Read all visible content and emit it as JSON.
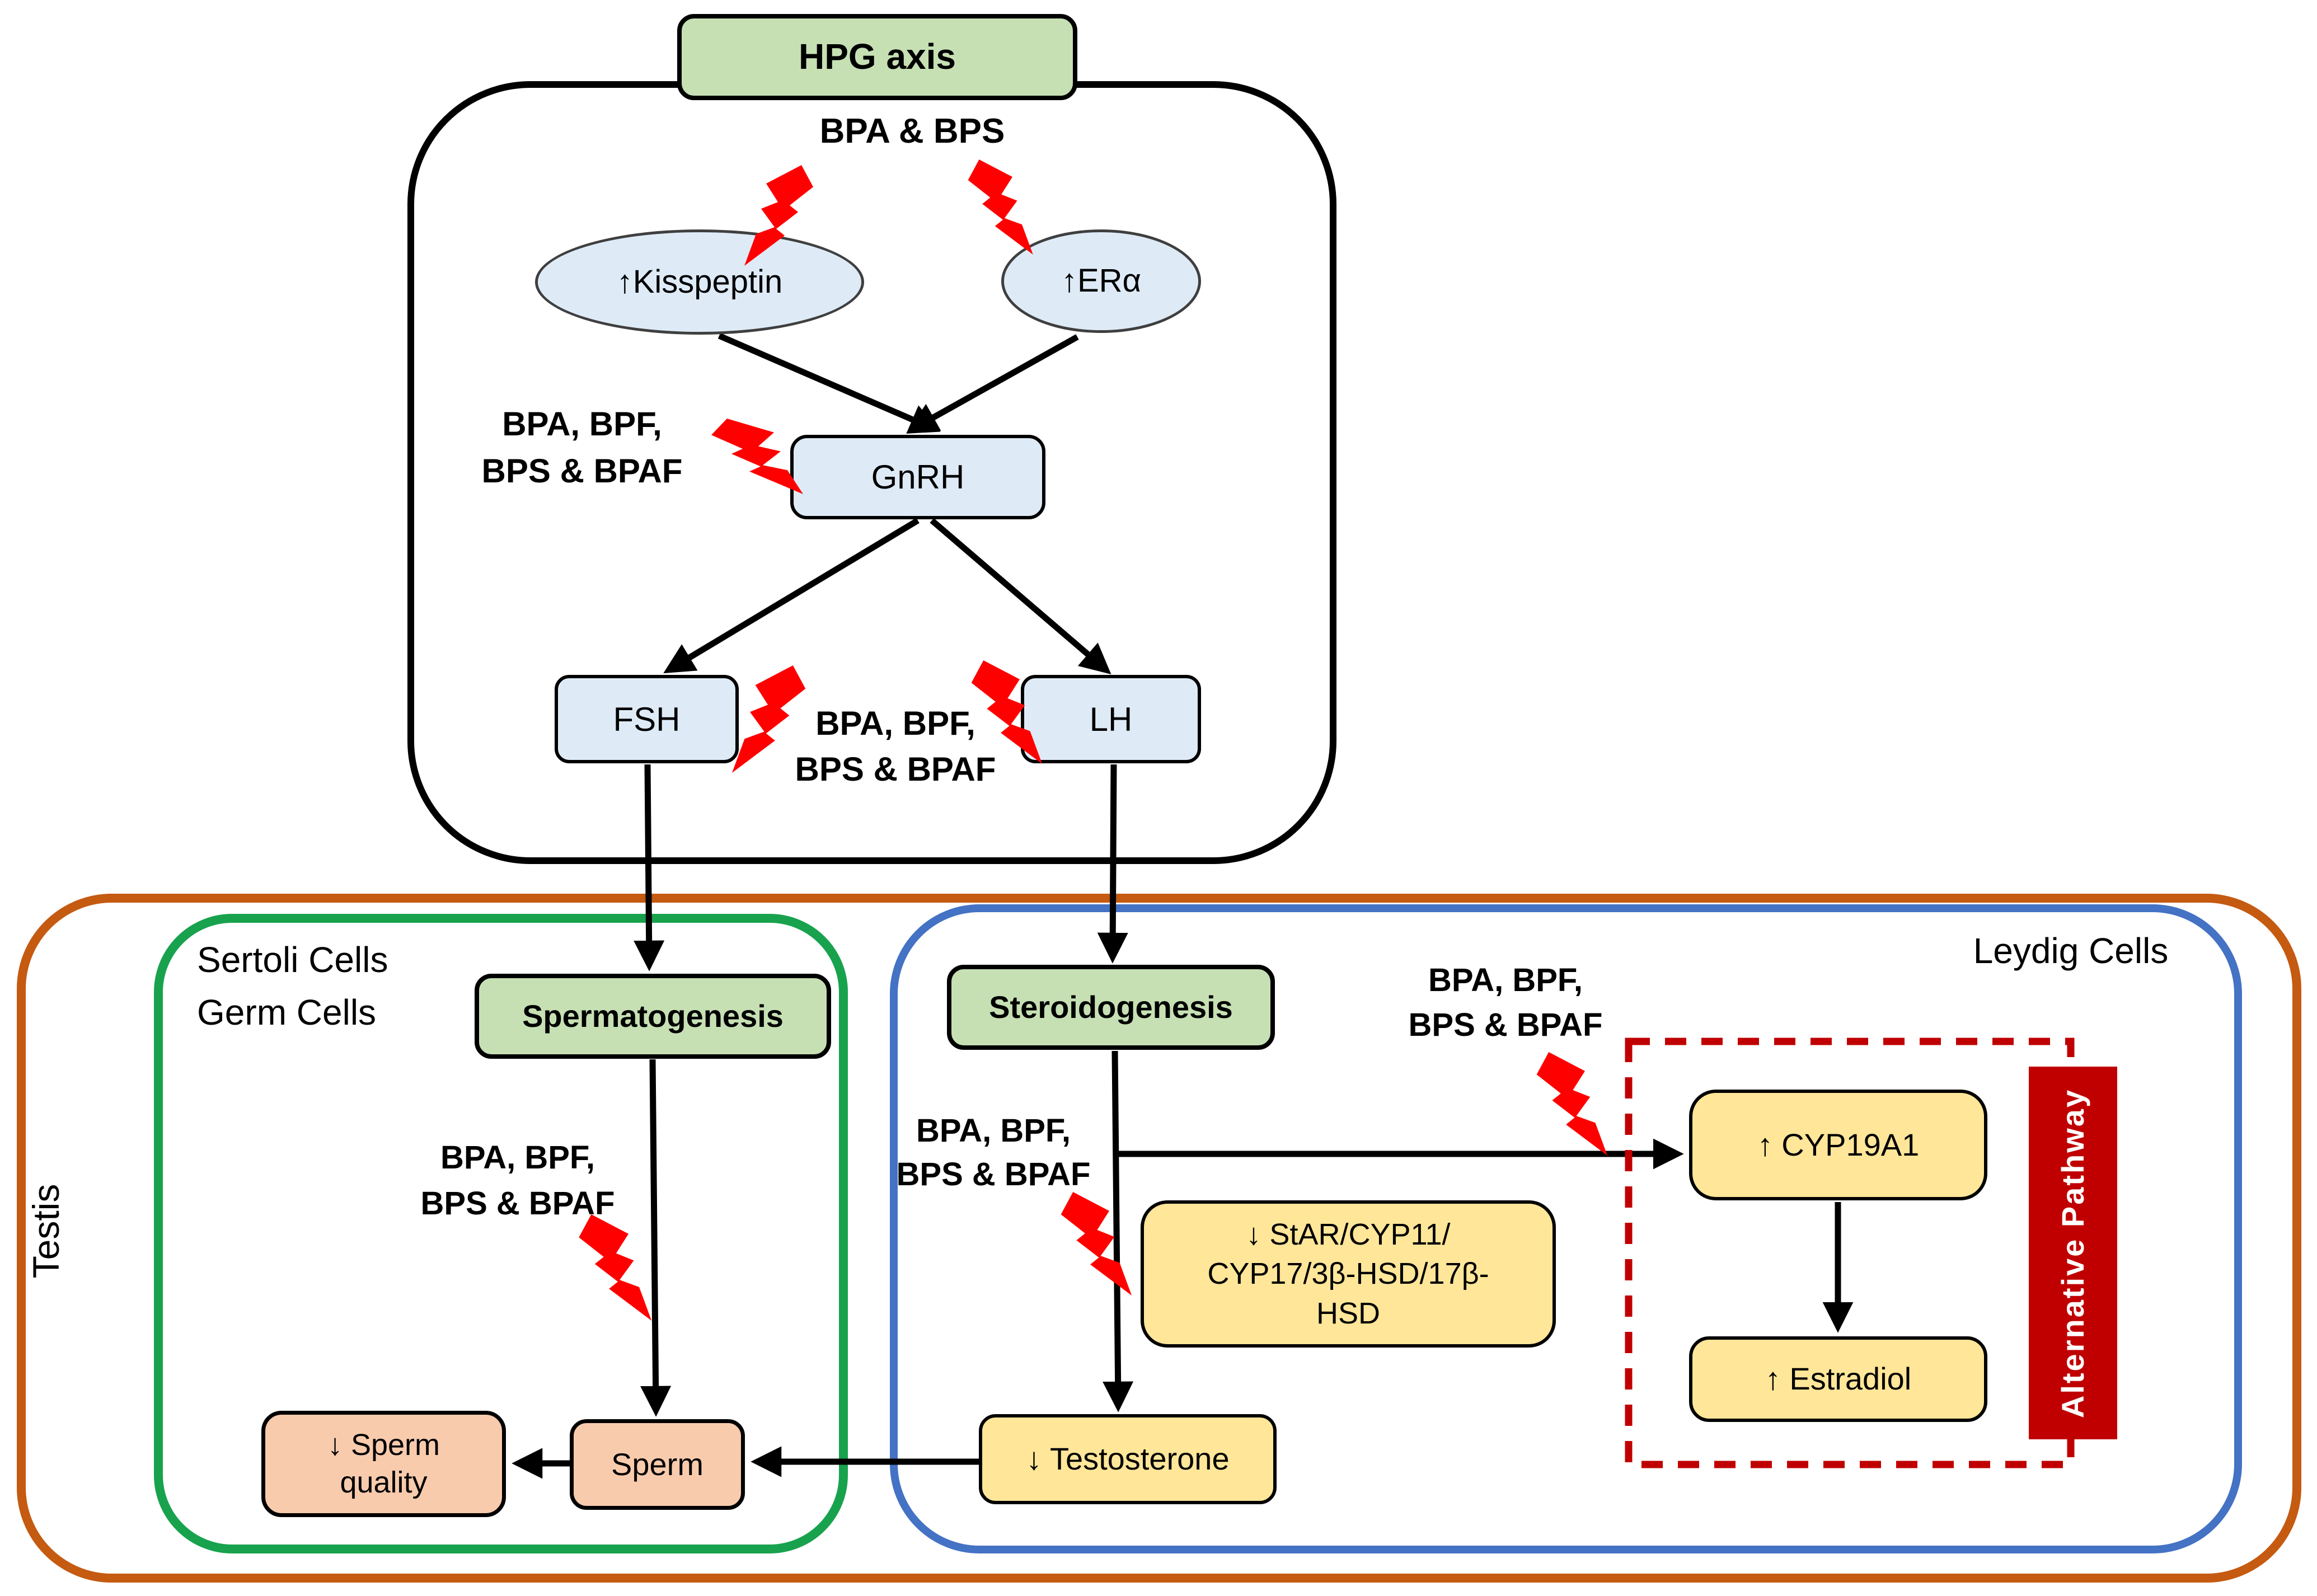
{
  "hpg": {
    "label": "HPG axis"
  },
  "nodes": {
    "kisspeptin": "↑Kisspeptin",
    "er_alpha": "↑ERα",
    "gnrh": "GnRH",
    "fsh": "FSH",
    "lh": "LH",
    "spermatogenesis": "Spermatogenesis",
    "steroidogenesis": "Steroidogenesis",
    "star_complex": [
      "↓ StAR/CYP11/",
      "CYP17/3β-HSD/17β-",
      "HSD"
    ],
    "cyp19a1": "↑ CYP19A1",
    "estradiol": "↑ Estradiol",
    "testosterone": "↓ Testosterone",
    "sperm": "Sperm",
    "sperm_quality": "↓ Sperm quality"
  },
  "stressors": {
    "hpg_top": "BPA & BPS",
    "gnrh": [
      "BPA, BPF,",
      "BPS & BPAF"
    ],
    "fsh_lh": [
      "BPA, BPF,",
      "BPS & BPAF"
    ],
    "sperm_path": [
      "BPA, BPF,",
      "BPS & BPAF"
    ],
    "steroid_path": [
      "BPA, BPF,",
      "BPS & BPAF"
    ],
    "cyp_path": [
      "BPA, BPF,",
      "BPS & BPAF"
    ]
  },
  "regions": {
    "testis": "Testis",
    "sertoli": [
      "Sertoli Cells",
      "Germ Cells"
    ],
    "leydig": "Leydig Cells",
    "alternative_pathway": "Alternative Pathway"
  },
  "colors": {
    "green_fill": "#C6E0B4",
    "blue_fill": "#DEEBF7",
    "yellow_fill": "#FFE699",
    "peach_fill": "#F8CBAD",
    "bolt_red": "#FF0000",
    "dark_red": "#C00000",
    "testis_border": "#C55A11",
    "sertoli_border": "#18A24D",
    "leydig_border": "#4472C4",
    "line_black": "#000000"
  }
}
